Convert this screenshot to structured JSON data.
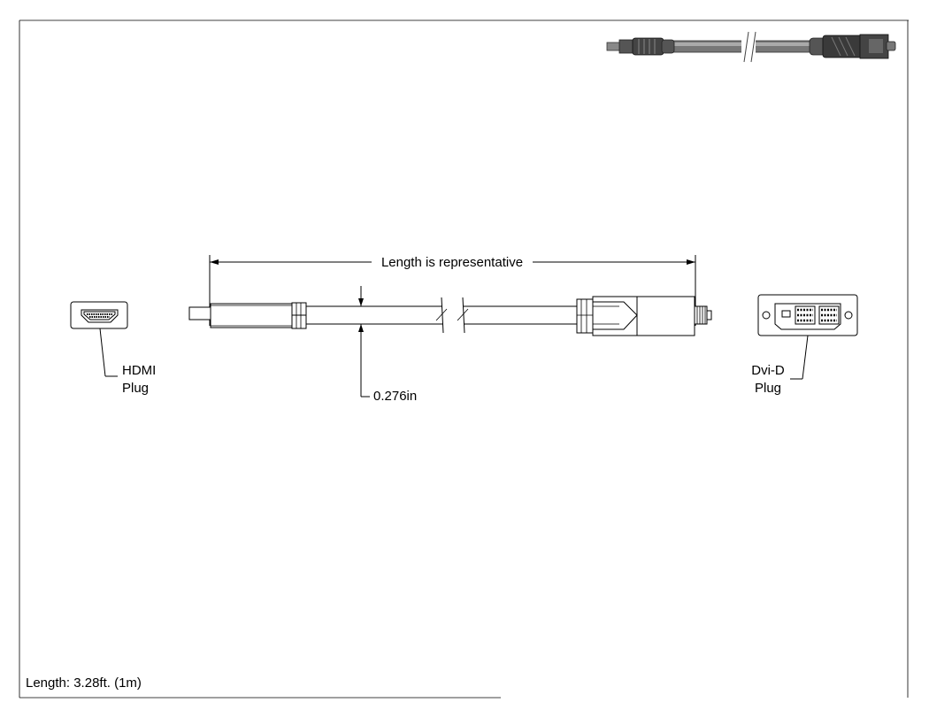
{
  "drawing": {
    "length_note": "Length is representative",
    "diameter": "0.276in",
    "footer_length": "Length: 3.28ft. (1m)"
  },
  "connectors": {
    "left": {
      "line1": "HDMI",
      "line2": "Plug"
    },
    "right": {
      "line1": "Dvi-D",
      "line2": "Plug"
    }
  }
}
